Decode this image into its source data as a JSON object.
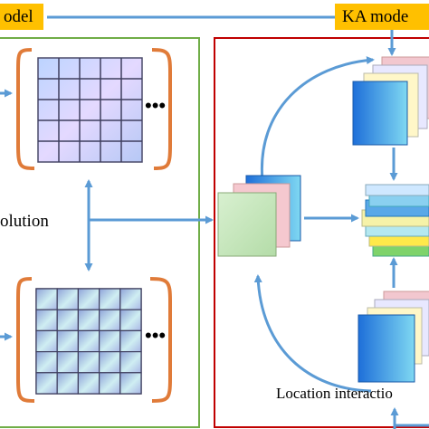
{
  "labels": {
    "left_model": "odel",
    "right_model": "KA mode",
    "convolution": "olution",
    "location_interaction": "Location interactio"
  },
  "ellipsis": "•••",
  "colors": {
    "tag_fill": "#ffc000",
    "green_frame": "#70ad47",
    "red_frame": "#c00000",
    "arrow": "#5b9bd5",
    "bracket": "#e07b39"
  }
}
